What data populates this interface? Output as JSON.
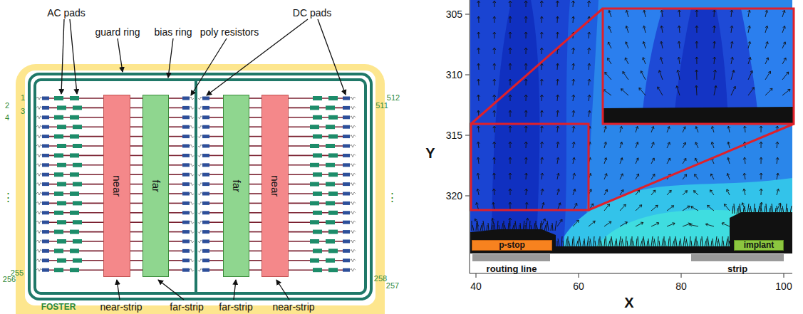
{
  "diagram": {
    "nodes": [
      {
        "text": [
          "near"
        ]
      },
      {
        "text": [
          "far"
        ]
      },
      {
        "text": [
          "far"
        ]
      },
      {
        "text": [
          "near"
        ]
      },
      {
        "text": [
          "p-stop"
        ]
      },
      {
        "text": [
          "implant"
        ]
      }
    ],
    "labels": [
      "AC pads",
      "guard ring",
      "bias ring",
      "poly resistors",
      "DC pads",
      "1",
      "2",
      "3",
      "4",
      "⋮",
      "255",
      "256",
      "512",
      "511",
      "⋮",
      "258",
      "257",
      "FOSTER",
      "near-strip",
      "far-strip",
      "far-strip",
      "near-strip",
      "305",
      "310",
      "315",
      "320",
      "40",
      "60",
      "80",
      "100",
      "Y",
      "X",
      "routing line",
      "strip"
    ]
  }
}
